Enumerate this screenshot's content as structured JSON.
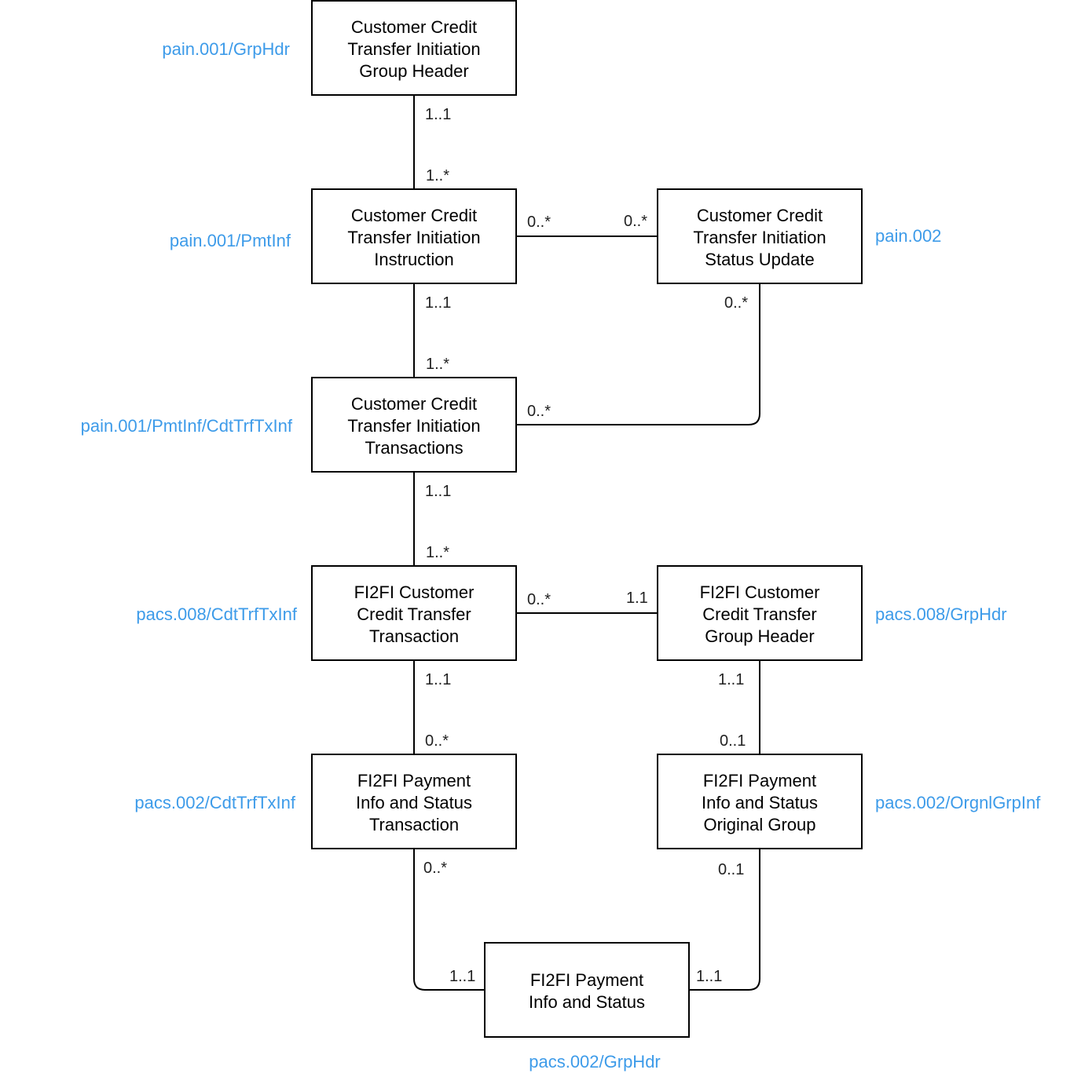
{
  "colors": {
    "note": "#3d9be9",
    "stroke": "#000000",
    "text": "#000000"
  },
  "boxes": [
    {
      "id": "pain001-grphdr",
      "lines": [
        "Customer Credit",
        "Transfer Initiation",
        "Group Header"
      ]
    },
    {
      "id": "pain001-pmtinf",
      "lines": [
        "Customer Credit",
        "Transfer Initiation",
        "Instruction"
      ]
    },
    {
      "id": "pain002",
      "lines": [
        "Customer Credit",
        "Transfer Initiation",
        "Status Update"
      ]
    },
    {
      "id": "pain001-cdttrftxinf",
      "lines": [
        "Customer Credit",
        "Transfer Initiation",
        "Transactions"
      ]
    },
    {
      "id": "pacs008-cdttrftxinf",
      "lines": [
        "FI2FI Customer",
        "Credit Transfer",
        "Transaction"
      ]
    },
    {
      "id": "pacs008-grphdr",
      "lines": [
        "FI2FI Customer",
        "Credit Transfer",
        "Group Header"
      ]
    },
    {
      "id": "pacs002-cdttrftxinf",
      "lines": [
        "FI2FI Payment",
        "Info and Status",
        "Transaction"
      ]
    },
    {
      "id": "pacs002-orgnlgrpinf",
      "lines": [
        "FI2FI Payment",
        "Info and Status",
        "Original Group"
      ]
    },
    {
      "id": "pacs002-grphdr",
      "lines": [
        "FI2FI Payment",
        "Info and Status"
      ]
    }
  ],
  "notes": [
    "pain.001/GrpHdr",
    "pain.001/PmtInf",
    "pain.002",
    "pain.001/PmtInf/CdtTrfTxInf",
    "pacs.008/CdtTrfTxInf",
    "pacs.008/GrpHdr",
    "pacs.002/CdtTrfTxInf",
    "pacs.002/OrgnlGrpInf",
    "pacs.002/GrpHdr"
  ],
  "multiplicities": [
    "1..1",
    "1..*",
    "0..*",
    "0..*",
    "1..1",
    "1..*",
    "0..*",
    "0..*",
    "1..1",
    "1..*",
    "0..*",
    "1.1",
    "1..1",
    "0..*",
    "1..1",
    "0..1",
    "0..*",
    "1..1",
    "0..1",
    "1..1"
  ]
}
